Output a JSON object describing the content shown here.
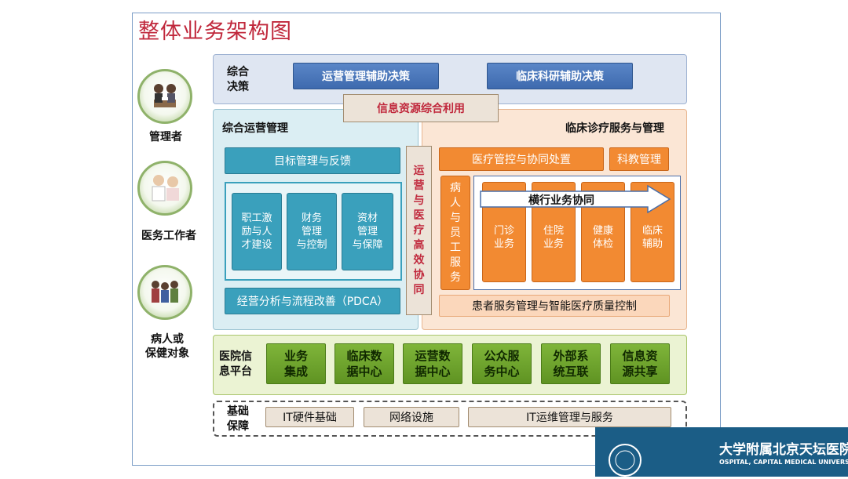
{
  "title": "整体业务架构图",
  "roles": [
    {
      "label": "管理者",
      "icon": "manager-icon"
    },
    {
      "label": "医务工作者",
      "icon": "doctor-icon"
    },
    {
      "label": "病人或\n保健对象",
      "icon": "patient-icon"
    }
  ],
  "decision": {
    "label": "综合\n决策",
    "items": [
      "运营管理辅助决策",
      "临床科研辅助决策"
    ]
  },
  "info_share": "信息资源综合利用",
  "operations": {
    "title": "综合运营管理",
    "top": "目标管理与反馈",
    "boxes": [
      "职工激\n励与人\n才建设",
      "财务\n管理\n与控制",
      "资材\n管理\n与保障"
    ],
    "bottom": "经营分析与流程改善（PDCA）"
  },
  "coordination": "运营与医疗高效协同",
  "clinical": {
    "title": "临床诊疗服务与管理",
    "top_left": "医疗管控与协同处置",
    "top_right": "科教管理",
    "side": "病人与员工服务",
    "arrow": "横行业务协同",
    "boxes": [
      "门诊\n业务",
      "住院\n业务",
      "健康\n体检",
      "临床\n辅助"
    ],
    "bottom": "患者服务管理与智能医疗质量控制"
  },
  "hospital_platform": {
    "label": "医院信\n息平台",
    "items": [
      "业务\n集成",
      "临床数\n据中心",
      "运营数\n据中心",
      "公众服\n务中心",
      "外部系\n统互联",
      "信息资\n源共享"
    ]
  },
  "base": {
    "label": "基础\n保障",
    "items": [
      "IT硬件基础",
      "网络设施",
      "IT运维管理与服务"
    ]
  },
  "footer": {
    "line1": "大学附属北京天坛医院",
    "line2": "OSPITAL, CAPITAL MEDICAL UNIVERSITY"
  },
  "colors": {
    "title": "#c0283c",
    "blue": "#4a76bb",
    "teal": "#3aa0bc",
    "orange": "#f28a32",
    "green": "#6fa52e"
  }
}
